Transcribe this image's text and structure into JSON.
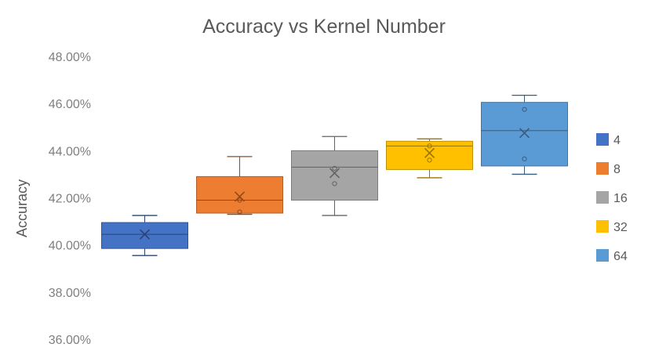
{
  "chart_data": {
    "type": "box",
    "title": "Accuracy vs Kernel Number",
    "xlabel": "",
    "ylabel": "Accuracy",
    "ylim": [
      36,
      48
    ],
    "yticks": [
      "48.00%",
      "46.00%",
      "44.00%",
      "42.00%",
      "40.00%",
      "38.00%",
      "36.00%"
    ],
    "grid": false,
    "legend_position": "right",
    "series": [
      {
        "name": "4",
        "color": "#4472c4",
        "min": 39.55,
        "q1": 39.85,
        "median": 40.45,
        "q3": 40.95,
        "max": 41.25,
        "mean": 40.45,
        "points": []
      },
      {
        "name": "8",
        "color": "#ed7d31",
        "min": 41.3,
        "q1": 41.35,
        "median": 41.9,
        "q3": 42.9,
        "max": 43.75,
        "mean": 42.05,
        "points": [
          41.4,
          41.9
        ]
      },
      {
        "name": "16",
        "color": "#a5a5a5",
        "min": 41.25,
        "q1": 41.9,
        "median": 43.3,
        "q3": 44.0,
        "max": 44.6,
        "mean": 43.05,
        "points": [
          42.6,
          43.25
        ]
      },
      {
        "name": "32",
        "color": "#ffc000",
        "min": 42.85,
        "q1": 43.2,
        "median": 44.2,
        "q3": 44.4,
        "max": 44.5,
        "mean": 43.9,
        "points": [
          43.6,
          44.2
        ]
      },
      {
        "name": "64",
        "color": "#5b9bd5",
        "min": 43.0,
        "q1": 43.35,
        "median": 44.85,
        "q3": 46.05,
        "max": 46.35,
        "mean": 44.75,
        "points": [
          43.65,
          45.75
        ]
      }
    ]
  }
}
